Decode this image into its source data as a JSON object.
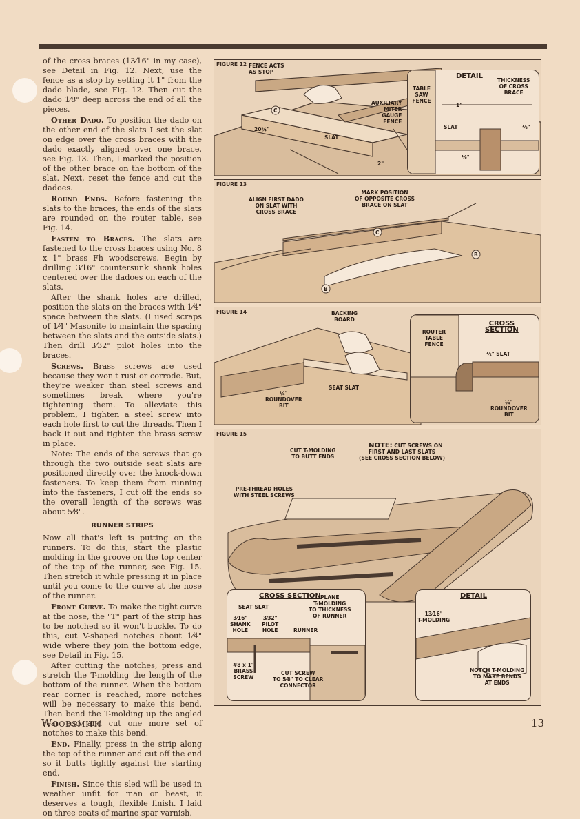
{
  "body_text": {
    "p1": "of the cross braces (13⁄16\" in my case), see Detail in Fig. 12. Next, use the fence as a stop by setting it 1\" from the dado blade, see Fig. 12. Then cut the dado 1⁄8\" deep across the end of all the pieces.",
    "p2_head": "Other Dado.",
    "p2": " To position the dado on the other end of the slats I set the slat on edge over the cross braces with the dado exactly aligned over one brace, see Fig. 13. Then, I marked the position of the other brace on the bottom of the slat. Next, reset the fence and cut the dadoes.",
    "p3_head": "Round Ends.",
    "p3": " Before fastening the slats to the braces, the ends of the slats are rounded on the router table, see Fig. 14.",
    "p4_head": "Fasten to Braces.",
    "p4": " The slats are fastened to the cross braces using No. 8 x 1\" brass Fh woodscrews. Begin by drilling 3⁄16\" countersunk shank holes centered over the dadoes on each of the slats.",
    "p5": "After the shank holes are drilled, position the slats on the braces with 1⁄4\" space between the slats. (I used scraps of 1⁄4\" Masonite to maintain the spacing between the slats and the outside slats.) Then drill 3⁄32\" pilot holes into the braces.",
    "p6_head": "Screws.",
    "p6": " Brass screws are used because they won't rust or corrode. But, they're weaker than steel screws and sometimes break where you're tightening them. To alleviate this problem, I tighten a steel screw into each hole first to cut the threads. Then I back it out and tighten the brass screw in place.",
    "p7": "Note: The ends of the screws that go through the two outside seat slats are positioned directly over the knock-down fasteners. To keep them from running into the fasteners, I cut off the ends so the overall length of the screws was about 5⁄8\".",
    "section_title": "RUNNER STRIPS",
    "p8": "Now all that's left is putting on the runners. To do this, start the plastic molding in the groove on the top center of the top of the runner, see Fig. 15. Then stretch it while pressing it in place until you come to the curve at the nose of the runner.",
    "p9_head": "Front Curve.",
    "p9": " To make the tight curve at the nose, the \"T\" part of the strip has to be notched so it won't buckle. To do this, cut V-shaped notches about 1⁄4\" wide where they join the bottom edge, see Detail in Fig. 15.",
    "p10": "After cutting the notches, press and stretch the T-molding the length of the bottom of the runner. When the bottom rear corner is reached, more notches will be necessary to make this bend. Then bend the T-molding up the angled rear end and cut one more set of notches to make this bend.",
    "p11_head": "End.",
    "p11": " Finally, press in the strip along the top of the runner and cut off the end so it butts tightly against the starting end.",
    "p12_head": "Finish.",
    "p12": " Since this sled will be used in weather unfit for man or beast, it deserves a tough, flexible finish. I laid on three coats of marine spar varnish."
  },
  "fig12": {
    "label": "FIGURE 12",
    "fence": "FENCE ACTS\nAS STOP",
    "aux": "AUXILIARY\nMITER\nGAUGE\nFENCE",
    "len": "20¾\"",
    "slat": "SLAT",
    "two": "2\"",
    "c": "C",
    "detail": "DETAIL",
    "table_fence": "TABLE\nSAW\nFENCE",
    "thickness": "THICKNESS\nOF CROSS\nBRACE",
    "one": "1\"",
    "slat2": "SLAT",
    "half": "½\"",
    "eighth": "⅛\""
  },
  "fig13": {
    "label": "FIGURE 13",
    "align": "ALIGN FIRST DADO\nON SLAT WITH\nCROSS BRACE",
    "mark": "MARK POSITION\nOF OPPOSITE CROSS\nBRACE ON SLAT",
    "c": "C",
    "b": "B"
  },
  "fig14": {
    "label": "FIGURE 14",
    "backing": "BACKING\nBOARD",
    "seat": "SEAT SLAT",
    "bit": "¼\"\nROUNDOVER\nBIT",
    "router": "ROUTER\nTABLE\nFENCE",
    "cross": "CROSS\nSECTION",
    "halfslat": "½\" SLAT",
    "bit2": "¼\"\nROUNDOVER\nBIT"
  },
  "fig15": {
    "label": "FIGURE 15",
    "cut_t": "CUT T-MOLDING\nTO BUTT ENDS",
    "note_head": "NOTE:",
    "note": " CUT SCREWS ON\nFIRST AND LAST SLATS\n(SEE CROSS SECTION BELOW)",
    "prethread": "PRE-THREAD HOLES\nWITH STEEL SCREWS",
    "cs_title": "CROSS SECTION",
    "plane": "PLANE\nT-MOLDING\nTO THICKNESS\nOF RUNNER",
    "seat": "SEAT SLAT",
    "shank": "3⁄16\"\nSHANK\nHOLE",
    "pilot": "3⁄32\"\nPILOT\nHOLE",
    "runner": "RUNNER",
    "screw": "#8 x 1\"\nBRASS\nSCREW",
    "cutscrew": "CUT SCREW\nTO 5⁄8\" TO CLEAR\nCONNECTOR",
    "detail": "DETAIL",
    "tmold": "13⁄16\"\nT-MOLDING",
    "notch": "NOTCH T-MOLDING\nTO MAKE BENDS\nAT ENDS"
  },
  "footer": {
    "magazine": "Woodsmith",
    "page": "13"
  }
}
